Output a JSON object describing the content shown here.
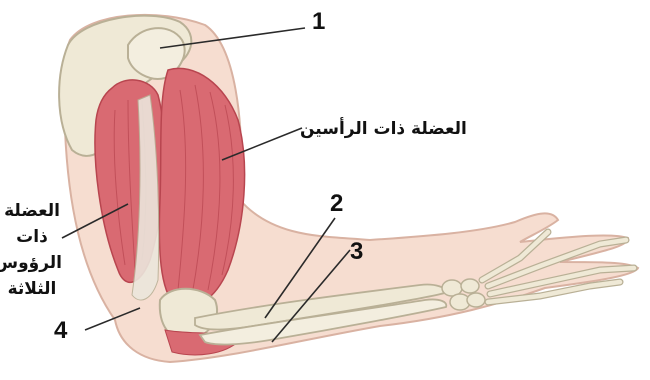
{
  "figure": {
    "subject": "arm-muscles",
    "colors": {
      "skin": "#f6ddd0",
      "skin_edge": "#d9b2a2",
      "bone": "#efe9d6",
      "bone_edge": "#b9b096",
      "muscle": "#d96a72",
      "muscle_dark": "#b8454f",
      "tendon": "#ebe6dc",
      "leader": "#2a2a2a"
    }
  },
  "labels": {
    "n1": "1",
    "n2": "2",
    "n3": "3",
    "n4": "4",
    "biceps": "العضلة ذات الرأسين",
    "triceps_line1": "العضلة",
    "triceps_line2": "ذات",
    "triceps_line3": "الرؤوس",
    "triceps_line4": "الثلاثة"
  }
}
